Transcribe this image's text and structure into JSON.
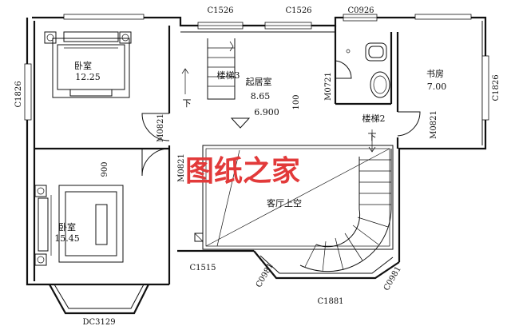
{
  "rooms": {
    "bedroom_top": {
      "name": "卧室",
      "area": "12.25"
    },
    "bedroom_bottom": {
      "name": "卧室",
      "area": "15.45"
    },
    "living": {
      "name": "起居室",
      "area": "8.65",
      "elevation": "6.900"
    },
    "study": {
      "name": "书房",
      "area": "7.00"
    },
    "void": {
      "name": "客厅上空"
    }
  },
  "stairs": {
    "stair3": "楼梯3",
    "stair2": "楼梯2",
    "down1": "下",
    "down2": "下"
  },
  "windows": {
    "c1526_a": "C1526",
    "c1526_b": "C1526",
    "c0926": "C0926",
    "c1826_left": "C1826",
    "c1826_right": "C1826",
    "c1515": "C1515",
    "c0981_left": "C0981",
    "c0981_right": "C0981",
    "c1881": "C1881",
    "dc3129": "DC3129"
  },
  "doors": {
    "m0821_left": "M0821",
    "m0721": "M0721",
    "m0821_right": "M0821",
    "m0821_bottom": "M0821"
  },
  "dims": {
    "d900": "900",
    "d100": "100"
  },
  "watermark": "图纸之家"
}
